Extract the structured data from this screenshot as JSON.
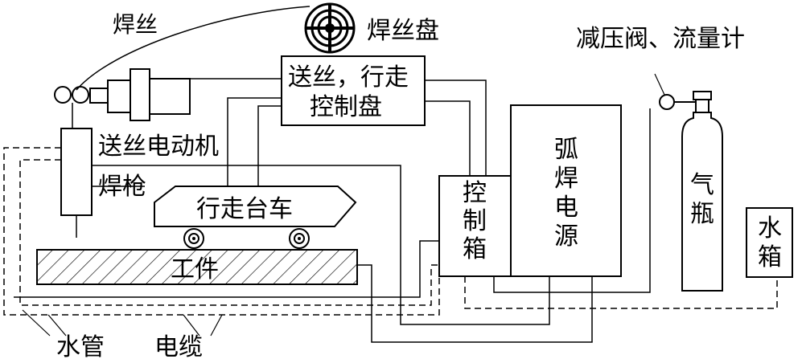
{
  "labels": {
    "wire": "焊丝",
    "wire_spool": "焊丝盘",
    "wire_feed_travel_panel_line1": "送丝，行走",
    "wire_feed_travel_panel_line2": "控制盘",
    "reducer_flowmeter": "减压阀、流量计",
    "wire_feed_motor": "送丝电动机",
    "torch": "焊枪",
    "carriage": "行走台车",
    "workpiece": "工件",
    "control_box": [
      "控",
      "制",
      "箱"
    ],
    "power_source": [
      "弧",
      "焊",
      "电",
      "源"
    ],
    "gas_cylinder": [
      "气",
      "瓶"
    ],
    "water_tank": [
      "水",
      "箱"
    ],
    "water_pipe": "水管",
    "cable": "电缆"
  },
  "colors": {
    "line": "#000000",
    "background": "#ffffff"
  }
}
